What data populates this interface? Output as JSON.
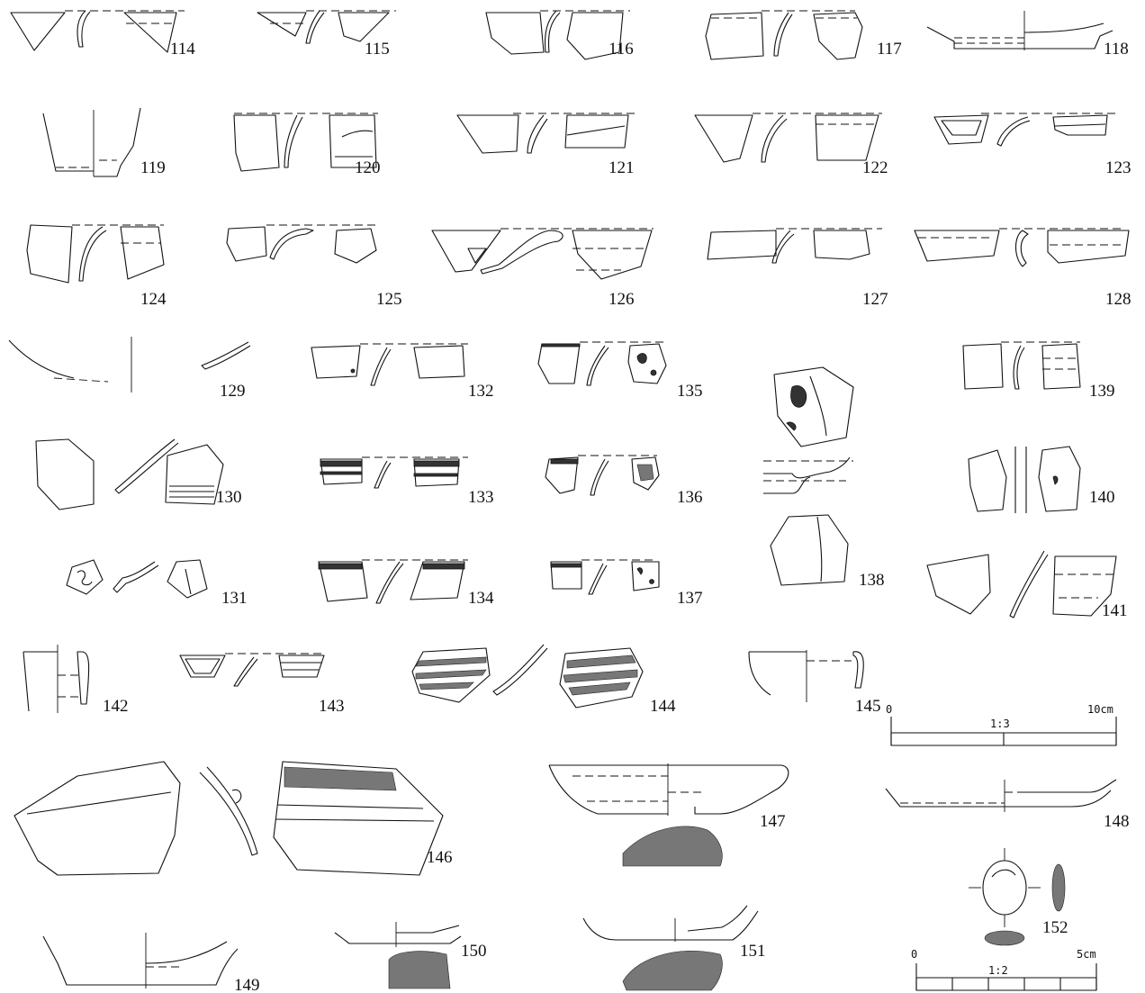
{
  "figure": {
    "artifact_labels": [
      "114",
      "115",
      "116",
      "117",
      "118",
      "119",
      "120",
      "121",
      "122",
      "123",
      "124",
      "125",
      "126",
      "127",
      "128",
      "129",
      "130",
      "131",
      "132",
      "133",
      "134",
      "135",
      "136",
      "137",
      "138",
      "139",
      "140",
      "141",
      "142",
      "143",
      "144",
      "145",
      "146",
      "147",
      "148",
      "149",
      "150",
      "151",
      "152"
    ],
    "scale_bars": [
      {
        "start_label": "0",
        "ratio_label": "1:3",
        "end_label": "10cm",
        "divisions": 2
      },
      {
        "start_label": "0",
        "ratio_label": "1:2",
        "end_label": "5cm",
        "divisions": 5
      }
    ]
  }
}
